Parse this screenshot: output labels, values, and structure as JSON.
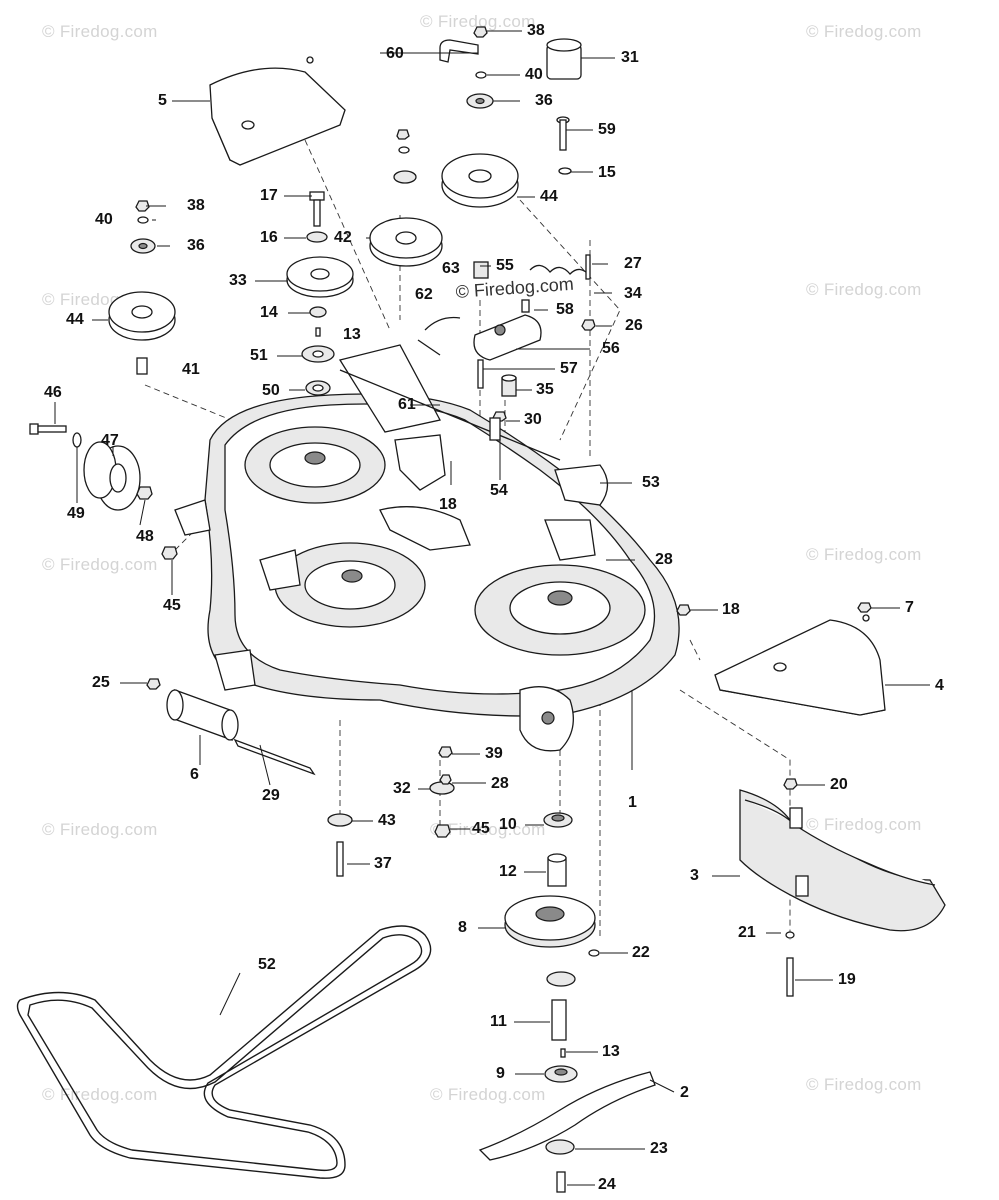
{
  "diagram": {
    "watermark_text": "© Firedog.com",
    "center_watermark_text": "© Firedog.com",
    "accent_color": "#1a1a1a",
    "callouts": [
      {
        "id": "c38a",
        "label": "38"
      },
      {
        "id": "c60",
        "label": "60"
      },
      {
        "id": "c31",
        "label": "31"
      },
      {
        "id": "c40a",
        "label": "40"
      },
      {
        "id": "c5",
        "label": "5"
      },
      {
        "id": "c36a",
        "label": "36"
      },
      {
        "id": "c59",
        "label": "59"
      },
      {
        "id": "c15",
        "label": "15"
      },
      {
        "id": "c44a",
        "label": "44"
      },
      {
        "id": "c17",
        "label": "17"
      },
      {
        "id": "c40b",
        "label": "40"
      },
      {
        "id": "c38b",
        "label": "38"
      },
      {
        "id": "c16",
        "label": "16"
      },
      {
        "id": "c42",
        "label": "42"
      },
      {
        "id": "c36b",
        "label": "36"
      },
      {
        "id": "c63",
        "label": "63"
      },
      {
        "id": "c55",
        "label": "55"
      },
      {
        "id": "c27",
        "label": "27"
      },
      {
        "id": "c33",
        "label": "33"
      },
      {
        "id": "c62",
        "label": "62"
      },
      {
        "id": "c34",
        "label": "34"
      },
      {
        "id": "c44b",
        "label": "44"
      },
      {
        "id": "c14",
        "label": "14"
      },
      {
        "id": "c58",
        "label": "58"
      },
      {
        "id": "c26",
        "label": "26"
      },
      {
        "id": "c13a",
        "label": "13"
      },
      {
        "id": "c56",
        "label": "56"
      },
      {
        "id": "c51",
        "label": "51"
      },
      {
        "id": "c41",
        "label": "41"
      },
      {
        "id": "c57",
        "label": "57"
      },
      {
        "id": "c46",
        "label": "46"
      },
      {
        "id": "c50",
        "label": "50"
      },
      {
        "id": "c35",
        "label": "35"
      },
      {
        "id": "c61",
        "label": "61"
      },
      {
        "id": "c47",
        "label": "47"
      },
      {
        "id": "c30",
        "label": "30"
      },
      {
        "id": "c53",
        "label": "53"
      },
      {
        "id": "c54",
        "label": "54"
      },
      {
        "id": "c18a",
        "label": "18"
      },
      {
        "id": "c49",
        "label": "49"
      },
      {
        "id": "c48",
        "label": "48"
      },
      {
        "id": "c28a",
        "label": "28"
      },
      {
        "id": "c45a",
        "label": "45"
      },
      {
        "id": "c18b",
        "label": "18"
      },
      {
        "id": "c7",
        "label": "7"
      },
      {
        "id": "c4",
        "label": "4"
      },
      {
        "id": "c25",
        "label": "25"
      },
      {
        "id": "c1",
        "label": "1"
      },
      {
        "id": "c6",
        "label": "6"
      },
      {
        "id": "c39",
        "label": "39"
      },
      {
        "id": "c20",
        "label": "20"
      },
      {
        "id": "c29",
        "label": "29"
      },
      {
        "id": "c32",
        "label": "32"
      },
      {
        "id": "c28b",
        "label": "28"
      },
      {
        "id": "c43",
        "label": "43"
      },
      {
        "id": "c45b",
        "label": "45"
      },
      {
        "id": "c10",
        "label": "10"
      },
      {
        "id": "c37",
        "label": "37"
      },
      {
        "id": "c12",
        "label": "12"
      },
      {
        "id": "c3",
        "label": "3"
      },
      {
        "id": "c8",
        "label": "8"
      },
      {
        "id": "c21",
        "label": "21"
      },
      {
        "id": "c22",
        "label": "22"
      },
      {
        "id": "c19",
        "label": "19"
      },
      {
        "id": "c52",
        "label": "52"
      },
      {
        "id": "c11",
        "label": "11"
      },
      {
        "id": "c13b",
        "label": "13"
      },
      {
        "id": "c9",
        "label": "9"
      },
      {
        "id": "c2",
        "label": "2"
      },
      {
        "id": "c23",
        "label": "23"
      },
      {
        "id": "c24",
        "label": "24"
      }
    ]
  }
}
